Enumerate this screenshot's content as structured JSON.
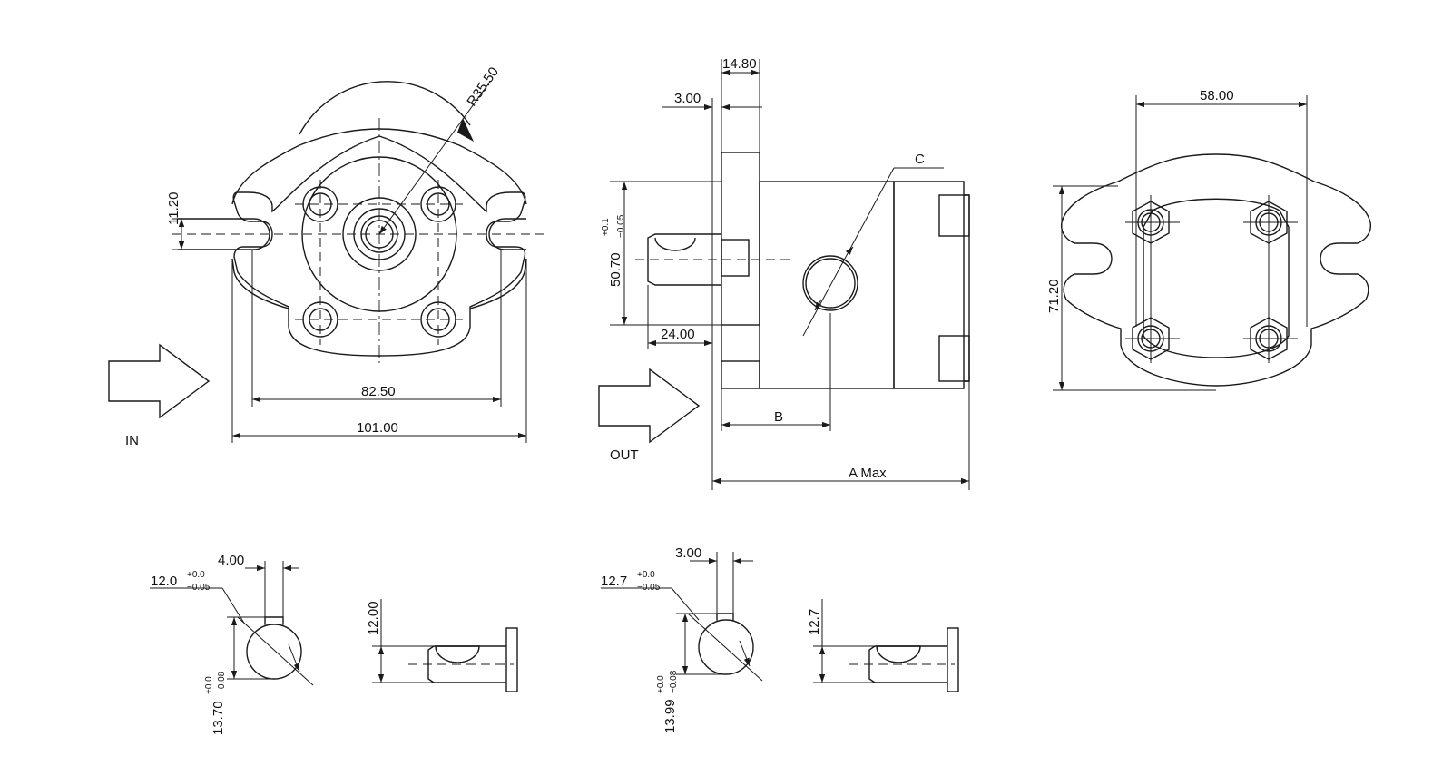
{
  "front_view": {
    "dim_radius": "R35.50",
    "dim_offset": "11.20",
    "dim_bolt_spacing": "82.50",
    "dim_overall_width": "101.00",
    "label_inlet": "IN"
  },
  "side_view": {
    "dim_flange_thickness": "14.80",
    "dim_pilot": "3.00",
    "dim_pilot_dia": "50.70",
    "tol_pilot_upper": "+0.1",
    "tol_pilot_lower": "−0.05",
    "dim_shaft_length": "24.00",
    "label_port": "C",
    "label_b": "B",
    "label_a_max": "A Max",
    "label_outlet": "OUT"
  },
  "rear_view": {
    "dim_width": "58.00",
    "dim_height": "71.20"
  },
  "shaft_details": [
    {
      "dim_key_width": "4.00",
      "dim_dia": "12.0",
      "tol_dia_upper": "+0.0",
      "tol_dia_lower": "−0.05",
      "dim_key_height": "13.70",
      "tol_key_upper": "+0.0",
      "tol_key_lower": "−0.08",
      "dim_side": "12.00"
    },
    {
      "dim_key_width": "3.00",
      "dim_dia": "12.7",
      "tol_dia_upper": "+0.0",
      "tol_dia_lower": "−0.05",
      "dim_key_height": "13.99",
      "tol_key_upper": "+0.0",
      "tol_key_lower": "−0.08",
      "dim_side": "12.7"
    }
  ]
}
